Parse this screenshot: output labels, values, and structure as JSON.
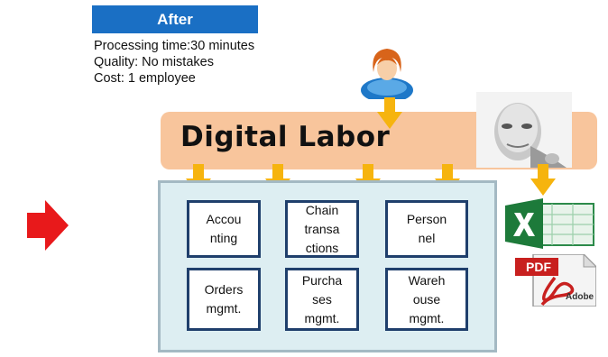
{
  "header": {
    "badge": "After"
  },
  "stats": [
    "Processing time:30 minutes",
    "Quality: No mistakes",
    "Cost: 1 employee"
  ],
  "labor": {
    "title": "Digital Labor"
  },
  "modules": [
    {
      "id": "accounting",
      "label": "Accou\nnting"
    },
    {
      "id": "chain-transactions",
      "label": "Chain\ntransa\nctions"
    },
    {
      "id": "personnel",
      "label": "Person\nnel"
    },
    {
      "id": "orders-mgmt",
      "label": "Orders\nmgmt."
    },
    {
      "id": "purchases-mgmt",
      "label": "Purcha\nses\nmgmt."
    },
    {
      "id": "warehouse-mgmt",
      "label": "Wareh\nouse\nmgmt."
    }
  ],
  "icons": {
    "user": "user-icon",
    "robot": "robot-icon",
    "excel": "excel-icon",
    "pdf": "pdf-icon",
    "red_arrow": "right-arrow-icon"
  },
  "pdf": {
    "header": "PDF",
    "brand": "Adobe"
  },
  "colors": {
    "badge": "#1a6fc4",
    "labor_bar": "#f8c59c",
    "module_border": "#1f3f6c",
    "systems_bg": "#ddeef2",
    "arrow": "#f6b40e",
    "red_arrow": "#e8191b",
    "excel": "#1d7a3a",
    "pdf_red": "#c8201f"
  }
}
